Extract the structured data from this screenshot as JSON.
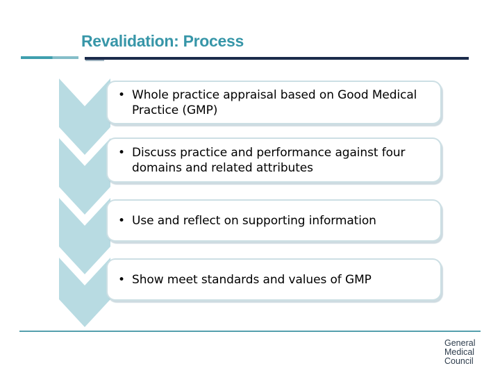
{
  "slide": {
    "title": "Revalidation: Process",
    "bullet_char": "•",
    "process_steps": [
      "Whole practice appraisal based on Good Medical Practice (GMP)",
      "Discuss practice and performance against four domains and related attributes",
      "Use and reflect on supporting information",
      "Show meet standards and values of GMP"
    ],
    "footer": {
      "logo_lines": [
        "General",
        "Medical",
        "Council"
      ]
    },
    "colors": {
      "title": "#3796A8",
      "rule_teal": "#3F9FAE",
      "rule_teal_light": "#85BEC9",
      "rule_navy": "#1B2B4B",
      "rule_shadow": "#9FB3C0",
      "chevron": "#B8DBE2",
      "box_border": "#CCDFE4",
      "box_shadow": "rgba(165,190,200,0.55)",
      "bottom_rule": "#549FAD",
      "logo_text": "#2E3D4D",
      "text": "#000000"
    }
  }
}
